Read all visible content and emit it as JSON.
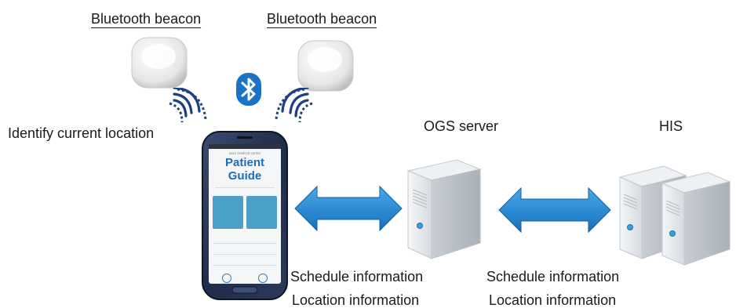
{
  "beacons": [
    {
      "label": "Bluetooth beacon"
    },
    {
      "label": "Bluetooth beacon"
    }
  ],
  "location_caption": "Identify current location",
  "ogs": {
    "title": "OGS server",
    "schedule": "Schedule information",
    "location": "Location information"
  },
  "his": {
    "title": "HIS",
    "schedule": "Schedule information",
    "location": "Location information"
  },
  "phone": {
    "brand_small": "asan medical center",
    "app_title": "Patient Guide"
  },
  "icons": [
    "bluetooth-icon",
    "signal-waves-icon",
    "smartphone",
    "server-icon",
    "double-arrow"
  ],
  "colors": {
    "arrow": "#1e88d2",
    "bluetooth": "#1a73c4",
    "app_title": "#1a6fb8",
    "tile": "#4aa0c8"
  }
}
